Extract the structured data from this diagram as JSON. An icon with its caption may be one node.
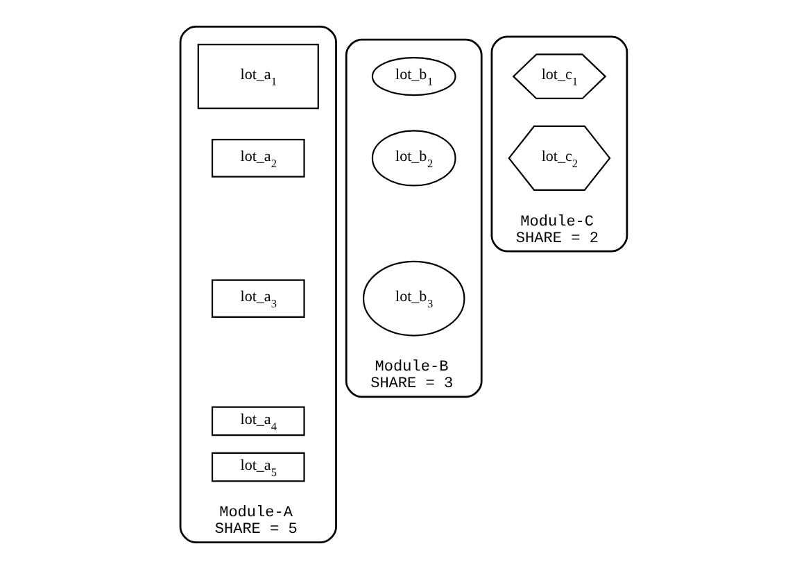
{
  "diagram": {
    "nodes": [
      {
        "text": [
          "Module-A",
          "SHARE = 5"
        ]
      },
      {
        "text": [
          "lot_a$_{1}$"
        ],
        "in": 0
      },
      {
        "text": [
          "lot_a$_{2}$"
        ],
        "in": 0
      },
      {
        "text": [
          "lot_a$_{3}$"
        ],
        "in": 0
      },
      {
        "text": [
          "lot_a$_{4}$"
        ],
        "in": 0
      },
      {
        "text": [
          "lot_a$_{5}$"
        ],
        "in": 0
      },
      {
        "text": [
          "Module-B",
          "SHARE = 3"
        ]
      },
      {
        "text": [
          "lot_b$_{1}$"
        ],
        "in": 6
      },
      {
        "text": [
          "lot_b$_{2}$"
        ],
        "in": 6
      },
      {
        "text": [
          "lot_b$_{3}$"
        ],
        "in": 6
      },
      {
        "text": [
          "Module-C",
          "SHARE = 2"
        ]
      },
      {
        "text": [
          "lot_c$_{1}$"
        ],
        "in": 10
      },
      {
        "text": [
          "lot_c$_{2}$"
        ],
        "in": 10
      }
    ],
    "edges": []
  }
}
